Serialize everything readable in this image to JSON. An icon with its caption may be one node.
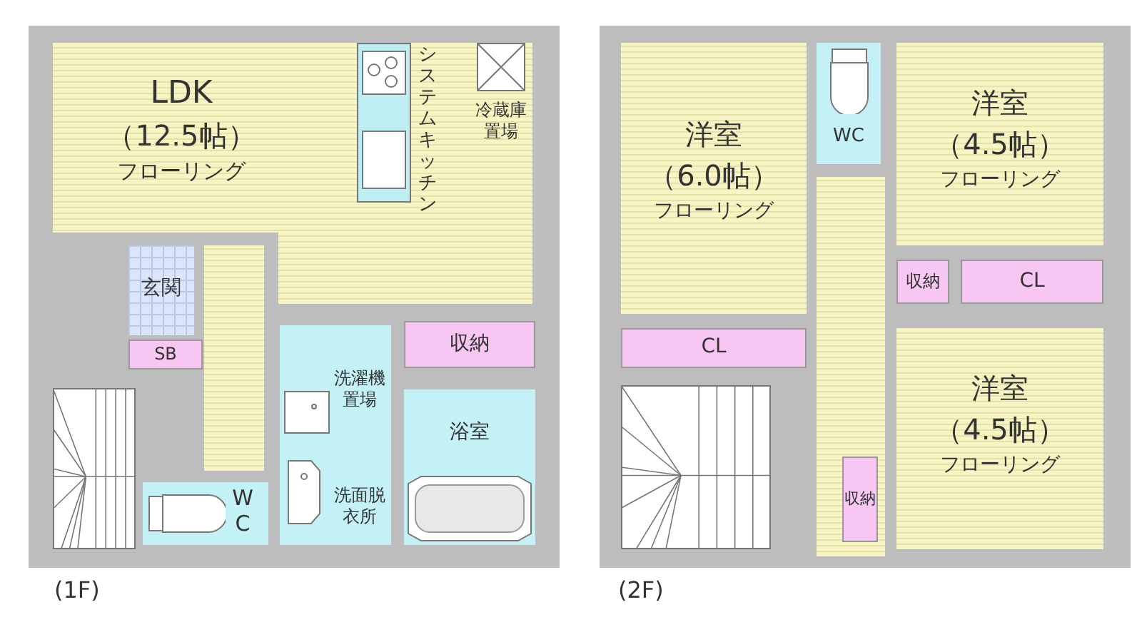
{
  "diagram": {
    "nodes": [
      {
        "text": [
          "LDK",
          "（12.5帖）",
          "フローリング"
        ]
      },
      {
        "text": [
          "システムキッチン"
        ],
        "in": 0
      },
      {
        "text": [
          "冷蔵庫置場"
        ],
        "in": 0
      },
      {
        "text": [
          "玄関"
        ]
      },
      {
        "text": [
          "SB"
        ]
      },
      {
        "text": [
          "収納"
        ]
      },
      {
        "text": [
          "洗濯機置場",
          "洗面脱衣所"
        ]
      },
      {
        "text": [
          "浴室"
        ]
      },
      {
        "text": [
          "WC"
        ]
      },
      {
        "text": [
          "洋室",
          "（6.0帖）",
          "フローリング"
        ]
      },
      {
        "text": [
          "WC"
        ]
      },
      {
        "text": [
          "洋室",
          "（4.5帖）",
          "フローリング"
        ]
      },
      {
        "text": [
          "収納"
        ]
      },
      {
        "text": [
          "CL"
        ]
      },
      {
        "text": [
          "CL"
        ]
      },
      {
        "text": [
          "洋室",
          "（4.5帖）",
          "フローリング"
        ]
      },
      {
        "text": [
          "収納"
        ]
      }
    ],
    "labels": [
      "(1F)",
      "(2F)"
    ]
  }
}
